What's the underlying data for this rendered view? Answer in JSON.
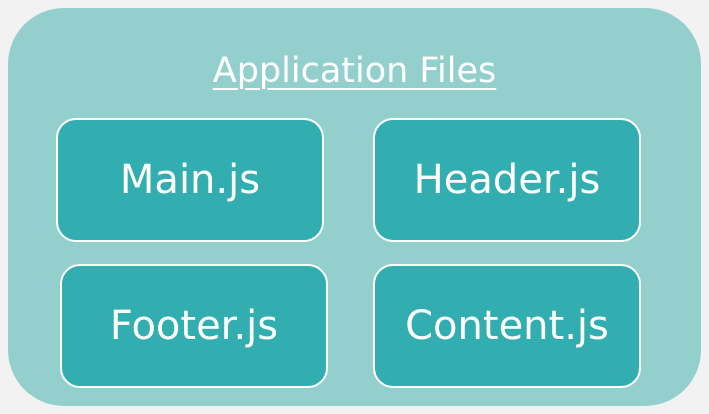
{
  "diagram": {
    "title": "Application Files",
    "files": [
      {
        "label": "Main.js"
      },
      {
        "label": "Header.js"
      },
      {
        "label": "Footer.js"
      },
      {
        "label": "Content.js"
      }
    ]
  },
  "colors": {
    "container": "#93cfcc",
    "box": "#32aeb1",
    "text": "#ffffff",
    "background": "#f2f2f2"
  }
}
